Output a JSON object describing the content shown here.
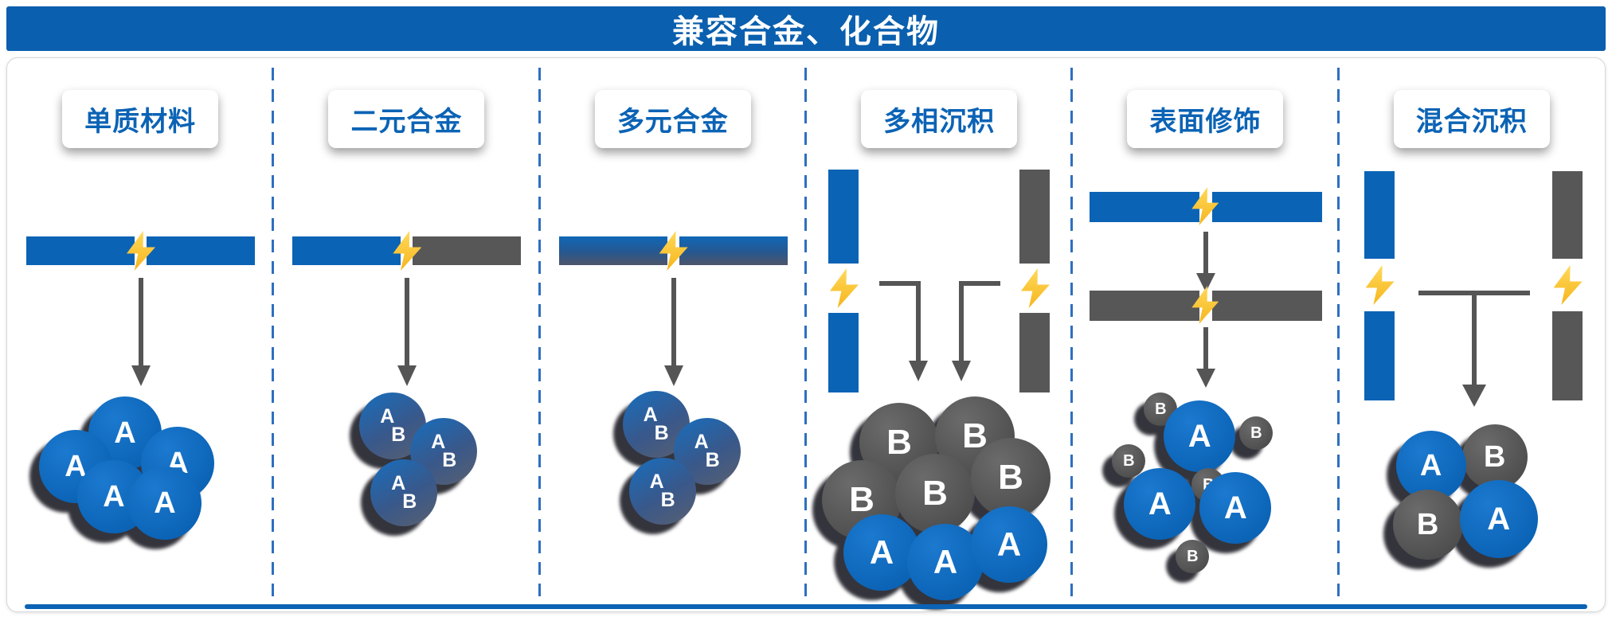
{
  "header": {
    "title": "兼容合金、化合物"
  },
  "colors": {
    "blue": "#0b63b5",
    "headerBlue": "#0a5fae",
    "gray": "#575757",
    "bolt": "#f6b51d",
    "boltLight": "#ffd95a",
    "arrow": "#555555",
    "dash": "#2d6fc0",
    "labelText": "#0b63b5"
  },
  "columns": [
    {
      "label": "单质材料",
      "circles": [
        "A",
        "A",
        "A",
        "A",
        "A"
      ]
    },
    {
      "label": "二元合金",
      "circles": [
        {
          "top": "A",
          "bottom": "B"
        },
        {
          "top": "A",
          "bottom": "B"
        },
        {
          "top": "A",
          "bottom": "B"
        }
      ]
    },
    {
      "label": "多元合金",
      "circles": [
        {
          "top": "A",
          "bottom": "B"
        },
        {
          "top": "A",
          "bottom": "B"
        },
        {
          "top": "A",
          "bottom": "B"
        }
      ]
    },
    {
      "label": "多相沉积",
      "gray_circles": [
        "B",
        "B",
        "B",
        "B",
        "B"
      ],
      "blue_circles": [
        "A",
        "A",
        "A"
      ]
    },
    {
      "label": "表面修饰",
      "blue_circles": [
        "A",
        "A",
        "A"
      ],
      "small_gray_circles": [
        "B",
        "B",
        "B",
        "B",
        "B"
      ]
    },
    {
      "label": "混合沉积",
      "circles": [
        {
          "letter": "A",
          "color": "blue"
        },
        {
          "letter": "B",
          "color": "gray"
        },
        {
          "letter": "B",
          "color": "gray"
        },
        {
          "letter": "A",
          "color": "blue"
        }
      ]
    }
  ]
}
